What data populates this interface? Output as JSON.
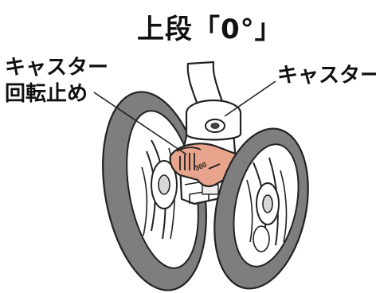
{
  "diagram": {
    "title": "上段「0°」",
    "labels": {
      "caster_lock_line1": "キャスター",
      "caster_lock_line2": "回転止め",
      "caster": "キャスター"
    },
    "engraving": "360",
    "colors": {
      "lock_fill": "#e8a48c",
      "tire": "#7e7e7e",
      "tire_dark": "#5a5a5a",
      "outline": "#222222"
    }
  }
}
